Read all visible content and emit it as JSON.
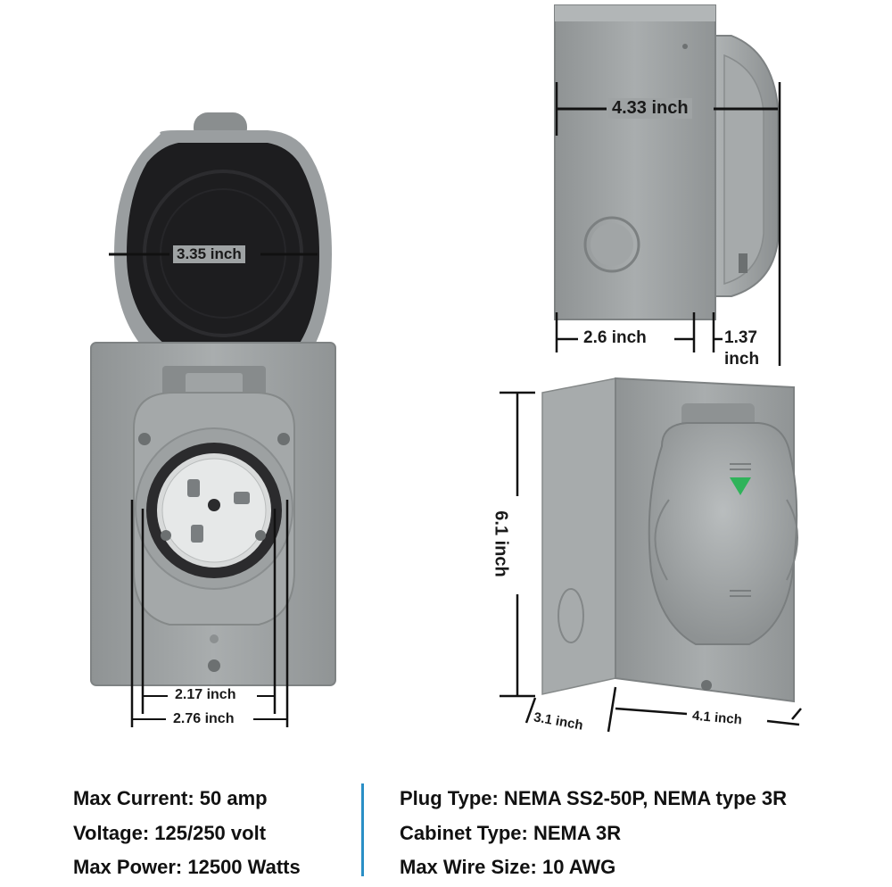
{
  "dimensions": {
    "cover_width": "3.35 inch",
    "box_depth": "4.33 inch",
    "box_width_top": "2.6 inch",
    "cover_depth_line1": "1.37",
    "cover_depth_line2": "inch",
    "inner_width": "2.17 inch",
    "outer_width": "2.76 inch",
    "height": "6.1 inch",
    "iso_depth": "3.1 inch",
    "iso_width": "4.1 inch"
  },
  "specs": {
    "left": [
      "Max Current: 50 amp",
      "Voltage: 125/250 volt",
      "Max Power: 12500 Watts"
    ],
    "right": [
      "Plug Type: NEMA SS2-50P, NEMA type 3R",
      "Cabinet Type: NEMA 3R",
      "Max Wire Size: 10 AWG"
    ]
  },
  "colors": {
    "housing_gray": "#9ea2a3",
    "cover_black": "#1d1d1f",
    "divider_blue": "#2a8fc6",
    "indicator_green": "#2fb35a"
  }
}
